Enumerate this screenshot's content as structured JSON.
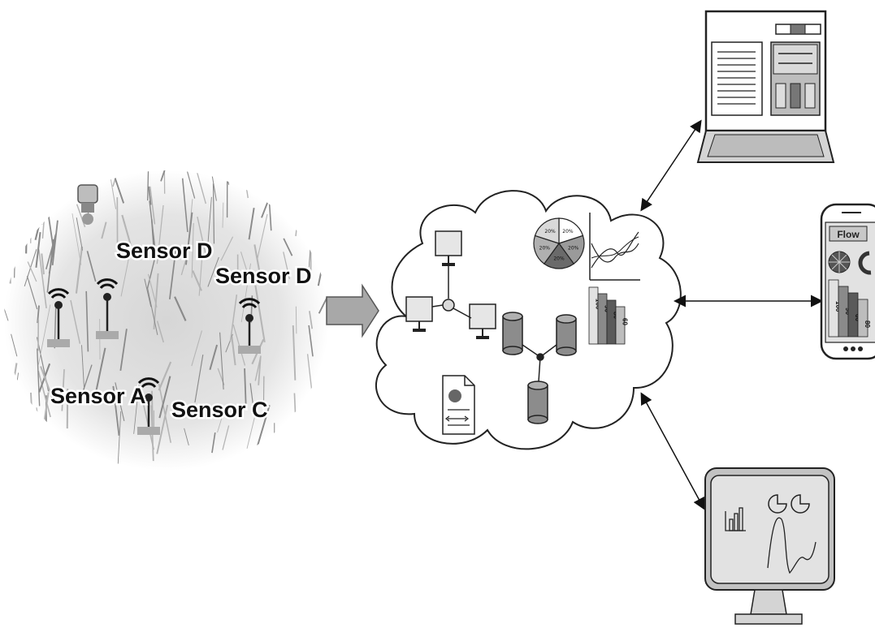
{
  "field": {
    "sensor_labels": [
      "Sensor D",
      "Sensor D",
      "Sensor A",
      "Sensor C"
    ]
  },
  "cloud": {
    "pie_labels": [
      "20%",
      "20%",
      "20%",
      "20%",
      "20%"
    ],
    "bar_labels": [
      "100",
      "90",
      "80",
      "60"
    ]
  },
  "phone": {
    "header_label": "Flow",
    "bar_labels": [
      "100",
      "90",
      "60",
      "80"
    ]
  },
  "colors": {
    "stroke": "#222222",
    "light_gray": "#d9d9d9",
    "mid_gray": "#a6a6a6",
    "dark_gray": "#5a5a5a",
    "field_bg": "#e9e9e9"
  }
}
